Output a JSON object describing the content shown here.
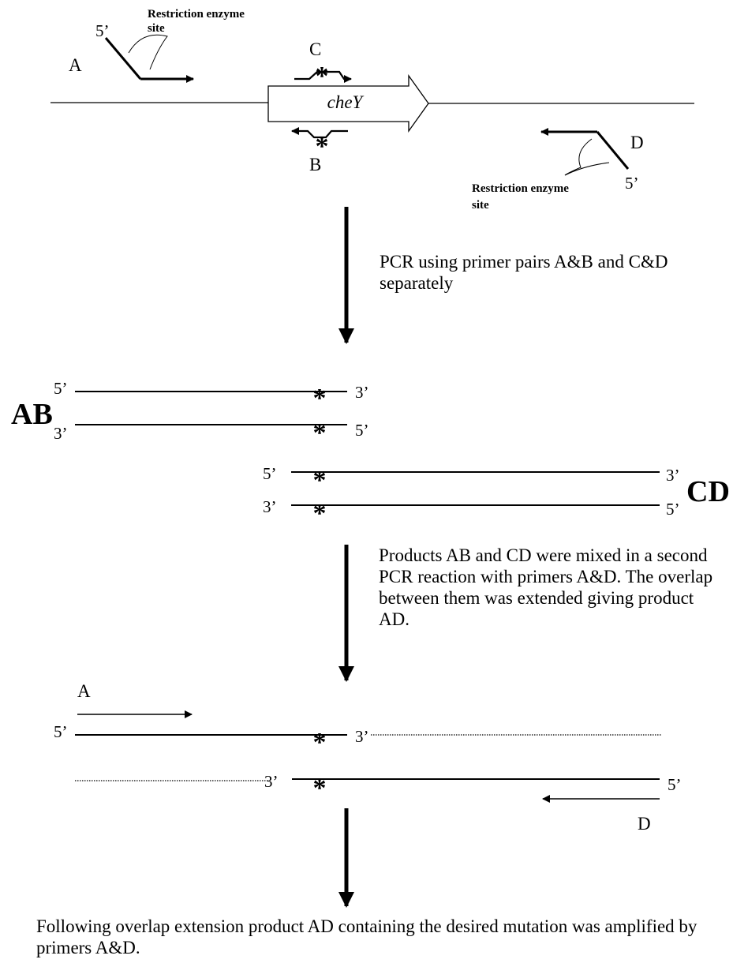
{
  "labels": {
    "primer_a": "A",
    "primer_b": "B",
    "primer_c": "C",
    "primer_d": "D",
    "gene": "cheY",
    "five_prime": "5’",
    "three_prime": "3’",
    "mutation_mark": "*",
    "restriction_site_line1": "Restriction enzyme",
    "restriction_site_line2": "site",
    "product_ab": "AB",
    "product_cd": "CD"
  },
  "steps": {
    "step1": "PCR using primer pairs A&B and C&D separately",
    "step2": "Products AB and CD were mixed in a second PCR reaction with primers A&D. The overlap between them was extended giving product AD.",
    "step3": "Following overlap extension product AD containing the desired mutation was amplified by primers A&D."
  }
}
